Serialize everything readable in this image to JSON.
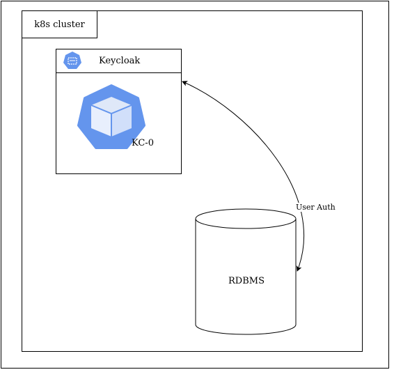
{
  "cluster": {
    "label": "k8s cluster"
  },
  "keycloak": {
    "title": "Keycloak",
    "pod_label": "KC-0",
    "accent": "#6495ED",
    "icon": "kubernetes-pod-icon"
  },
  "database": {
    "label": "RDBMS"
  },
  "connection": {
    "label": "User Auth"
  }
}
